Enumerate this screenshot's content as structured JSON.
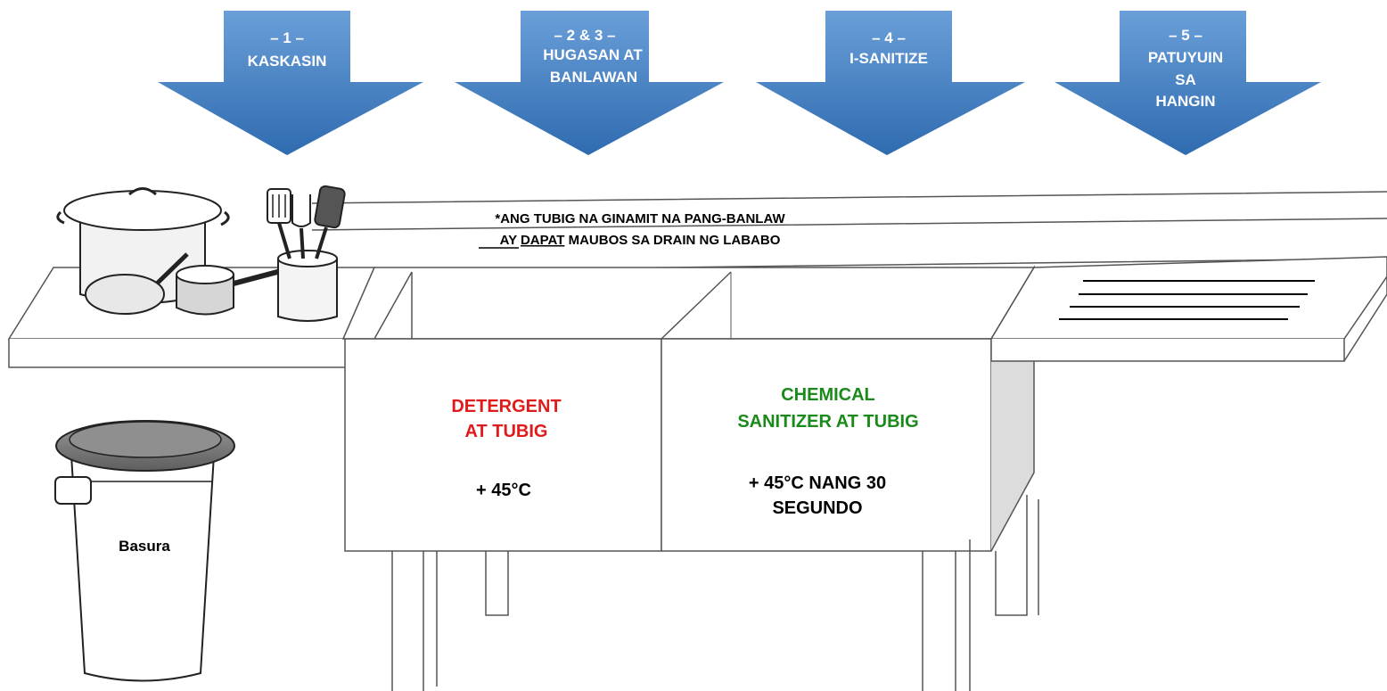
{
  "colors": {
    "arrow_light": "#6a9fd8",
    "arrow_dark": "#2f6bb0",
    "arrow_text": "#ffffff",
    "detergent_text": "#e01b1b",
    "sanitizer_text": "#1a8a1a",
    "line": "#555555",
    "leg_shade": "#dcdcdc"
  },
  "steps": [
    {
      "number": "– 1 –",
      "lines": [
        "KASKASIN"
      ]
    },
    {
      "number": "– 2 & 3 –",
      "lines": [
        "HUGASAN AT",
        "BANLAWAN"
      ]
    },
    {
      "number": "– 4 –",
      "lines": [
        "I-SANITIZE"
      ]
    },
    {
      "number": "– 5 –",
      "lines": [
        "PATUYUIN",
        "SA",
        "HANGIN"
      ]
    }
  ],
  "note": {
    "line1": "*ANG TUBIG NA GINAMIT NA PANG-BANLAW",
    "line2_pre": "AY ",
    "line2_underlined": "DAPAT",
    "line2_post": " MAUBOS SA DRAIN NG LABABO"
  },
  "sink1": {
    "label_lines": [
      "DETERGENT",
      "AT TUBIG"
    ],
    "temp": "+ 45°C"
  },
  "sink2": {
    "label_lines": [
      "CHEMICAL",
      "SANITIZER AT TUBIG"
    ],
    "temp_lines": [
      "+ 45°C NANG 30",
      "SEGUNDO"
    ]
  },
  "trash": {
    "label": "Basura"
  },
  "icons": {
    "cookware": "pots-and-pans-icon",
    "utensils": "kitchen-utensils-icon",
    "trash": "trash-can-icon",
    "drying_rack": "drying-rack-lines-icon"
  }
}
